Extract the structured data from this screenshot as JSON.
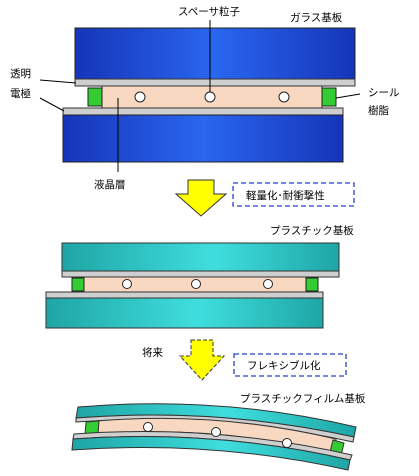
{
  "labels": {
    "spacer": "スペーサ粒子",
    "glass_substrate": "ガラス基板",
    "transparent_electrode_line1": "透明",
    "transparent_electrode_line2": "電極",
    "seal_resin_line1": "シール",
    "seal_resin_line2": "樹脂",
    "liquid_crystal_layer": "液晶層",
    "benefit_box": "軽量化･耐衝撃性",
    "plastic_substrate": "プラスチック基板",
    "future": "将来",
    "flexible_box": "フレキシブル化",
    "plastic_film_substrate": "プラスチックフィルム基板"
  },
  "colors": {
    "glass_blue": "#1f4fd8",
    "plastic_teal": "#2ec8c8",
    "liquid_crystal": "#f8d8c0",
    "electrode_gray": "#c8c8c8",
    "seal_green": "#33cc33",
    "arrow_yellow": "#ffff00",
    "box_dash_blue": "#2244cc"
  },
  "icons": {
    "down_arrow": "down-arrow-icon",
    "dashed_down_arrow": "dashed-down-arrow-icon"
  }
}
